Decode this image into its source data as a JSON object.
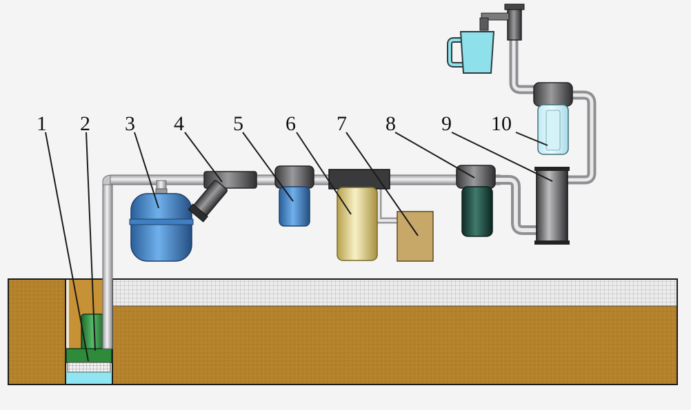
{
  "labels": [
    "1",
    "2",
    "3",
    "4",
    "5",
    "6",
    "7",
    "8",
    "9",
    "10"
  ],
  "colors": {
    "background": "#f5f4f5",
    "soil": "#b5822c",
    "gravel": "#e2e2e2",
    "pipe": "#d4d4d6",
    "pump": "#2e8b3a",
    "water": "#8fe6f2",
    "accumulator_tank": "#3c7fbf",
    "filter_blue": "#5d9ae0",
    "tank_gold": "#e3d698",
    "regen_box": "#c8a868",
    "filter_dark": "#1f4a40",
    "uv_unit": "#7a7a7a",
    "cup": "#8ee0ea"
  },
  "icons": {
    "pump": "submersible-pump-icon",
    "tank": "pressure-tank-icon",
    "strainer": "y-strainer-icon",
    "faucet": "faucet-icon",
    "cup": "cup-icon"
  }
}
